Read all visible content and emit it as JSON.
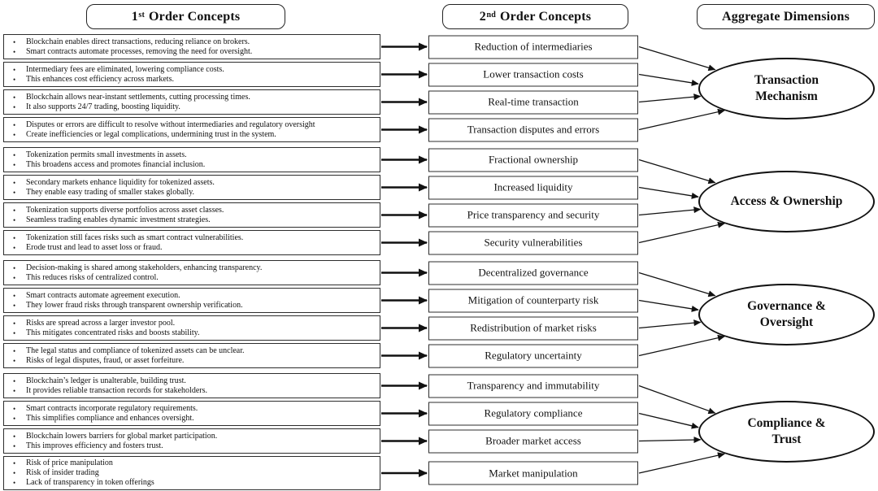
{
  "style": {
    "ink": "#111111",
    "background": "#ffffff",
    "box_border": "#2d2d2d"
  },
  "headers": {
    "col1": {
      "num": "1",
      "sup": "st",
      "rest": "Order Concepts"
    },
    "col2": {
      "num": "2",
      "sup": "nd",
      "rest": "Order Concepts"
    },
    "col3": "Aggregate Dimensions"
  },
  "groups": [
    {
      "dimension": "Transaction Mechanism",
      "dimension_lines": [
        "Transaction",
        "Mechanism"
      ],
      "rows": [
        {
          "bullets": [
            "Blockchain enables direct transactions, reducing reliance on brokers.",
            "Smart contracts automate processes, removing the need for oversight."
          ],
          "concept": "Reduction of intermediaries"
        },
        {
          "bullets": [
            "Intermediary fees are eliminated, lowering compliance costs.",
            "This enhances cost efficiency across markets."
          ],
          "concept": "Lower transaction costs"
        },
        {
          "bullets": [
            "Blockchain allows near-instant settlements, cutting processing times.",
            "It also supports 24/7 trading, boosting liquidity."
          ],
          "concept": "Real-time transaction"
        },
        {
          "bullets": [
            "Disputes or errors are difficult to resolve without intermediaries and regulatory oversight",
            "Create inefficiencies or legal complications, undermining trust in the system."
          ],
          "concept": "Transaction disputes and errors"
        }
      ]
    },
    {
      "dimension": "Access & Ownership",
      "dimension_lines": [
        "Access & Ownership"
      ],
      "rows": [
        {
          "bullets": [
            "Tokenization permits small investments in assets.",
            "This broadens access and promotes financial inclusion."
          ],
          "concept": "Fractional ownership"
        },
        {
          "bullets": [
            "Secondary markets enhance liquidity for tokenized assets.",
            "They enable easy trading of smaller stakes globally."
          ],
          "concept": "Increased liquidity"
        },
        {
          "bullets": [
            "Tokenization supports diverse portfolios across asset classes.",
            "Seamless trading enables dynamic investment strategies."
          ],
          "concept": "Price transparency and security"
        },
        {
          "bullets": [
            "Tokenization still faces risks such as smart contract vulnerabilities.",
            "Erode trust and lead to asset loss or fraud."
          ],
          "concept": "Security vulnerabilities"
        }
      ]
    },
    {
      "dimension": "Governance & Oversight",
      "dimension_lines": [
        "Governance &",
        "Oversight"
      ],
      "rows": [
        {
          "bullets": [
            "Decision-making is shared among stakeholders, enhancing transparency.",
            "This reduces risks of centralized control."
          ],
          "concept": "Decentralized governance"
        },
        {
          "bullets": [
            "Smart contracts automate agreement execution.",
            "They lower fraud risks through transparent ownership verification."
          ],
          "concept": "Mitigation of counterparty risk"
        },
        {
          "bullets": [
            "Risks are spread across a larger investor pool.",
            "This mitigates concentrated risks and boosts stability."
          ],
          "concept": "Redistribution of market risks"
        },
        {
          "bullets": [
            "The legal status and compliance of tokenized assets can be unclear.",
            "Risks of legal disputes, fraud, or asset forfeiture."
          ],
          "concept": "Regulatory uncertainty"
        }
      ]
    },
    {
      "dimension": "Compliance & Trust",
      "dimension_lines": [
        "Compliance &",
        "Trust"
      ],
      "rows": [
        {
          "bullets": [
            "Blockchain’s ledger is unalterable, building trust.",
            "It provides reliable transaction records for stakeholders."
          ],
          "concept": "Transparency and immutability"
        },
        {
          "bullets": [
            "Smart contracts incorporate regulatory requirements.",
            "This simplifies compliance and enhances oversight."
          ],
          "concept": "Regulatory compliance"
        },
        {
          "bullets": [
            "Blockchain lowers barriers for global market participation.",
            "This improves efficiency and fosters trust."
          ],
          "concept": "Broader market access"
        },
        {
          "bullets": [
            "Risk of price manipulation",
            "Risk of insider trading",
            "Lack of transparency in token offerings"
          ],
          "concept": "Market manipulation"
        }
      ]
    }
  ]
}
